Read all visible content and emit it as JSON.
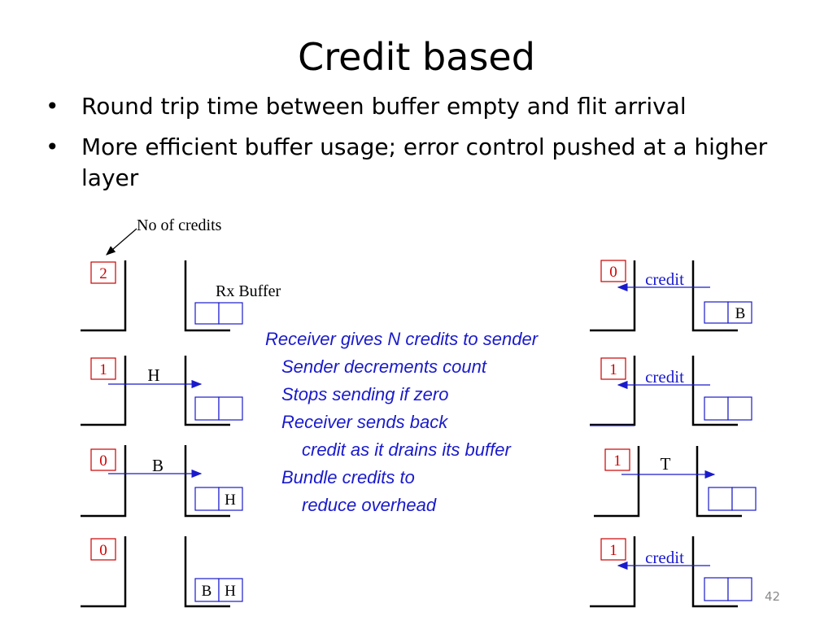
{
  "slide": {
    "title": "Credit based",
    "bullets": [
      "Round trip time between buffer empty and flit arrival",
      "More efficient buffer usage; error control pushed at a higher layer"
    ],
    "page_number": "42"
  },
  "diagram": {
    "callout_label": "No of credits",
    "rx_buffer_label": "Rx Buffer",
    "left_steps": [
      {
        "counter": "2",
        "message": "",
        "buffer": [
          "",
          ""
        ]
      },
      {
        "counter": "1",
        "message": "H",
        "buffer": [
          "",
          ""
        ]
      },
      {
        "counter": "0",
        "message": "B",
        "buffer": [
          "",
          "H"
        ]
      },
      {
        "counter": "0",
        "message": "",
        "buffer": [
          "B",
          "H"
        ]
      }
    ],
    "right_steps": [
      {
        "counter": "0",
        "message": "credit",
        "buffer": [
          "",
          "B"
        ]
      },
      {
        "counter": "1",
        "message": "credit",
        "buffer": [
          "",
          ""
        ]
      },
      {
        "counter": "1",
        "message": "T",
        "buffer": [
          "",
          ""
        ]
      },
      {
        "counter": "1",
        "message": "credit",
        "buffer": [
          "",
          ""
        ]
      }
    ]
  },
  "notes": [
    "Receiver gives N credits to sender",
    "Sender decrements count",
    "Stops sending if zero",
    "Receiver sends back",
    "credit as it drains its buffer",
    "Bundle credits to",
    "reduce overhead"
  ],
  "colors": {
    "counter": "#cc0000",
    "arrow": "#1a1acc",
    "note_text": "#1a1acc",
    "page_number": "#8a8a8a"
  }
}
